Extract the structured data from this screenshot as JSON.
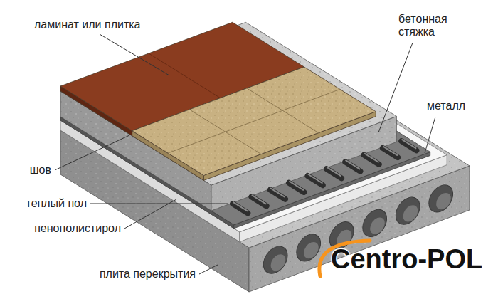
{
  "diagram": {
    "labels": [
      "ламинат или плитка",
      "бетонная стяжка",
      "металл",
      "шов",
      "теплый пол",
      "пенополистирол",
      "плита перекрытия",
      "Centro-POL"
    ]
  }
}
